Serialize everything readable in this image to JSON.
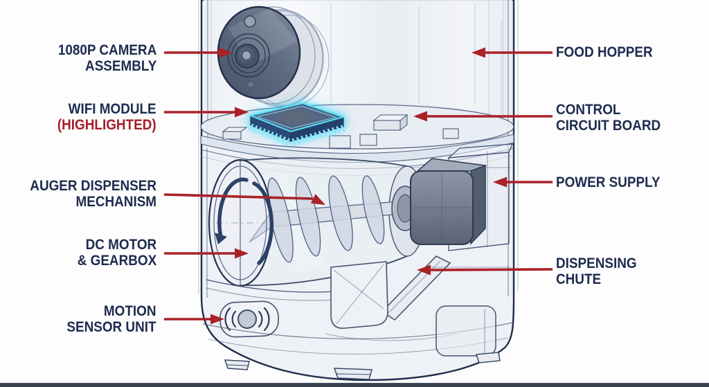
{
  "colors": {
    "label_navy": "#1d2b4e",
    "label_red": "#a32029",
    "arrow_red": "#aa2128",
    "chip_glow_cyan": "#3fd6f2",
    "device_line": "#44546f",
    "device_fill": "#eef1f6"
  },
  "labels": {
    "left": [
      {
        "id": "camera-assembly",
        "lines": [
          "1080P CAMERA",
          "ASSEMBLY"
        ]
      },
      {
        "id": "wifi-module",
        "lines": [
          "WIFI MODULE",
          "(HIGHLIGHTED)"
        ]
      },
      {
        "id": "auger-dispenser",
        "lines": [
          "AUGER DISPENSER",
          "MECHANISM"
        ]
      },
      {
        "id": "dc-motor-gearbox",
        "lines": [
          "DC MOTOR",
          "& GEARBOX"
        ]
      },
      {
        "id": "motion-sensor",
        "lines": [
          "MOTION",
          "SENSOR UNIT"
        ]
      }
    ],
    "right": [
      {
        "id": "food-hopper",
        "lines": [
          "FOOD HOPPER"
        ]
      },
      {
        "id": "control-circuit-board",
        "lines": [
          "CONTROL",
          "CIRCUIT BOARD"
        ]
      },
      {
        "id": "power-supply",
        "lines": [
          "POWER SUPPLY"
        ]
      },
      {
        "id": "dispensing-chute",
        "lines": [
          "DISPENSING",
          "CHUTE"
        ]
      }
    ]
  }
}
